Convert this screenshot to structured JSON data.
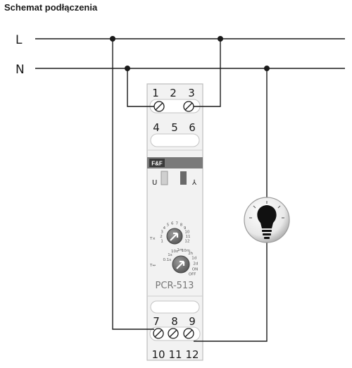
{
  "title": "Schemat podłączenia",
  "lines": {
    "L": "L",
    "N": "N"
  },
  "terminals": {
    "top": [
      "1",
      "2",
      "3"
    ],
    "upper": [
      "4",
      "5",
      "6"
    ],
    "lower": [
      "7",
      "8",
      "9"
    ],
    "bottom": [
      "10",
      "11",
      "12"
    ]
  },
  "device": {
    "brand": "F&F",
    "model": "PCR-513",
    "indicator_u": "U",
    "indicator_relay": "⅄",
    "dial1": {
      "label": "T×",
      "scale": [
        "1",
        "2",
        "3",
        "4",
        "5",
        "6",
        "7",
        "8",
        "9",
        "10",
        "11",
        "12"
      ]
    },
    "dial2": {
      "label": "T↔",
      "scale": [
        "0.1s",
        "1s",
        "10s",
        "1m",
        "10m",
        "2h",
        "1d",
        "2d",
        "ON",
        "OFF"
      ]
    }
  },
  "load": {
    "icon": "light-bulb-icon"
  },
  "colors": {
    "wire": "#1a1a1a",
    "device_body": "#f1f1f1",
    "device_border": "#b8b8b8",
    "header_band": "#7a7a7a",
    "dial": "#6b6b6b"
  }
}
